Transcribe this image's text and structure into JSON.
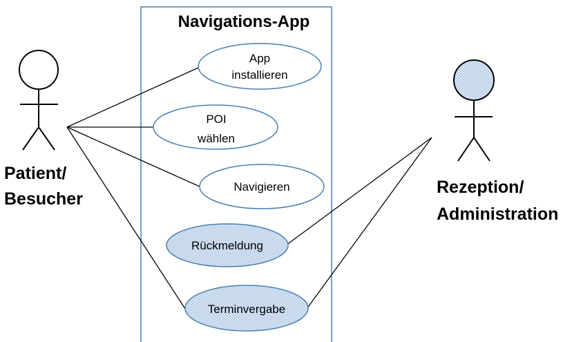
{
  "system": {
    "title": "Navigations-App",
    "border_color": "#4a7eb0"
  },
  "actors": {
    "patient": {
      "line1": "Patient/",
      "line2": "Besucher",
      "head_fill": "#ffffff"
    },
    "reception": {
      "line1": "Rezeption/",
      "line2": "Administration",
      "head_fill": "#dbe8f5"
    }
  },
  "use_cases": {
    "install": {
      "line1": "App",
      "line2": "installieren",
      "shaded": false
    },
    "poi": {
      "line1": "POI",
      "line2": "wählen",
      "shaded": false
    },
    "navigate": {
      "label": "Navigieren",
      "shaded": false
    },
    "feedback": {
      "label": "Rückmeldung",
      "shaded": true
    },
    "appointment": {
      "label": "Terminvergabe",
      "shaded": true
    }
  },
  "colors": {
    "ellipse_stroke": "#4a7eb0",
    "ellipse_fill": "#ffffff",
    "ellipse_shaded_fill": "#dbe8f5"
  }
}
